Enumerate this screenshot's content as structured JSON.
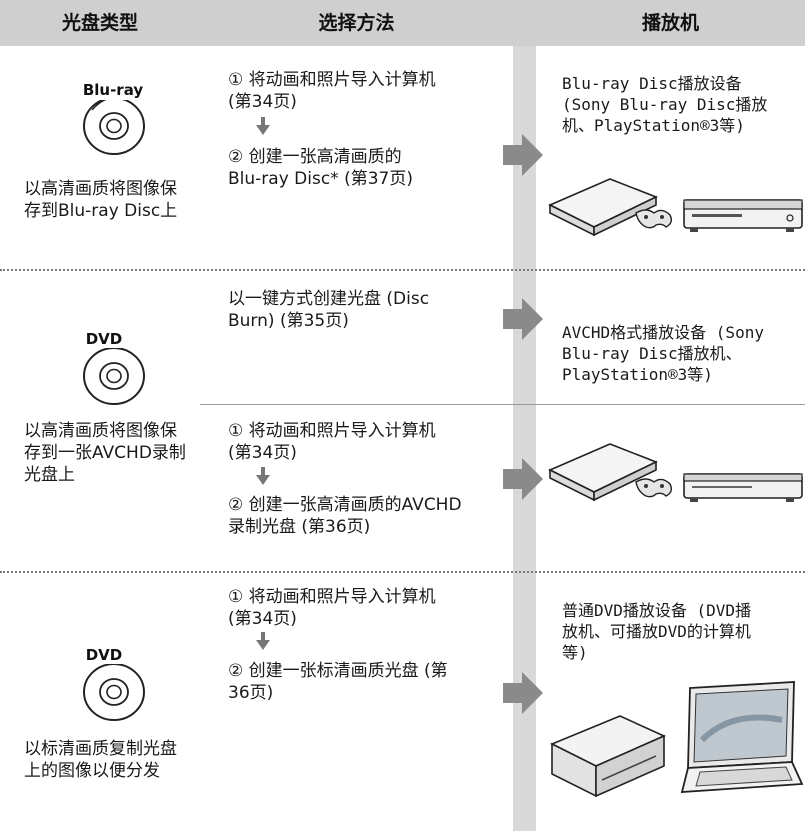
{
  "header": {
    "col1": "光盘类型",
    "col2": "选择方法",
    "col3": "播放机"
  },
  "rows": [
    {
      "disc_logo": "Blu-ray",
      "disc_caption": "以高清画质将图像保\n存到Blu-ray Disc上",
      "steps": [
        "① 将动画和照片导入计算机\n(第34页)",
        "② 创建一张高清画质的\nBlu-ray Disc* (第37页)"
      ],
      "player": "Blu-ray Disc播放设备\n(Sony Blu-ray Disc播放\n机、PlayStation®3等)"
    },
    {
      "disc_logo": "DVD",
      "disc_caption": "以高清画质将图像保\n存到一张AVCHD录制\n光盘上",
      "oneclick": "以一键方式创建光盘 (Disc\nBurn) (第35页)",
      "steps": [
        "① 将动画和照片导入计算机\n(第34页)",
        "② 创建一张高清画质的AVCHD\n录制光盘 (第36页)"
      ],
      "player": "AVCHD格式播放设备 (Sony\nBlu-ray Disc播放机、\nPlayStation®3等)"
    },
    {
      "disc_logo": "DVD",
      "disc_caption": "以标清画质复制光盘\n上的图像以便分发",
      "steps": [
        "① 将动画和照片导入计算机\n(第34页)",
        "② 创建一张标清画质光盘 (第\n36页)"
      ],
      "player": "普通DVD播放设备 (DVD播\n放机、可播放DVD的计算机\n等)"
    }
  ]
}
